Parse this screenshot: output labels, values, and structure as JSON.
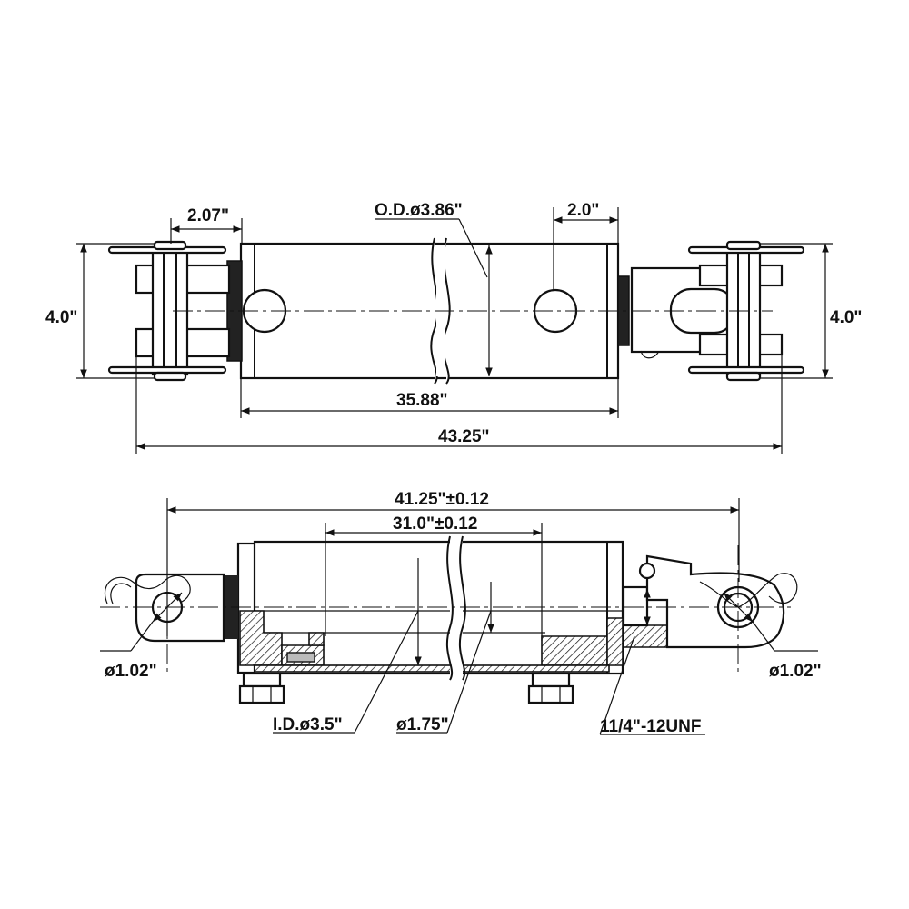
{
  "drawing": {
    "top_view": {
      "dim_left_clevis": "2.07\"",
      "dim_outer_diameter": "O.D.ø3.86\"",
      "dim_right_clevis": "2.0\"",
      "dim_height_left": "4.0\"",
      "dim_height_right": "4.0\"",
      "dim_barrel_length": "35.88\"",
      "dim_overall_length": "43.25\""
    },
    "side_view": {
      "dim_pin_to_pin": "41.25\"±0.12",
      "dim_stroke": "31.0\"±0.12",
      "dim_left_pin": "ø1.02\"",
      "dim_right_pin": "ø1.02\"",
      "dim_inner_diameter": "I.D.ø3.5\"",
      "dim_rod_diameter": "ø1.75\"",
      "dim_port_thread": "11/4\"-12UNF"
    }
  }
}
